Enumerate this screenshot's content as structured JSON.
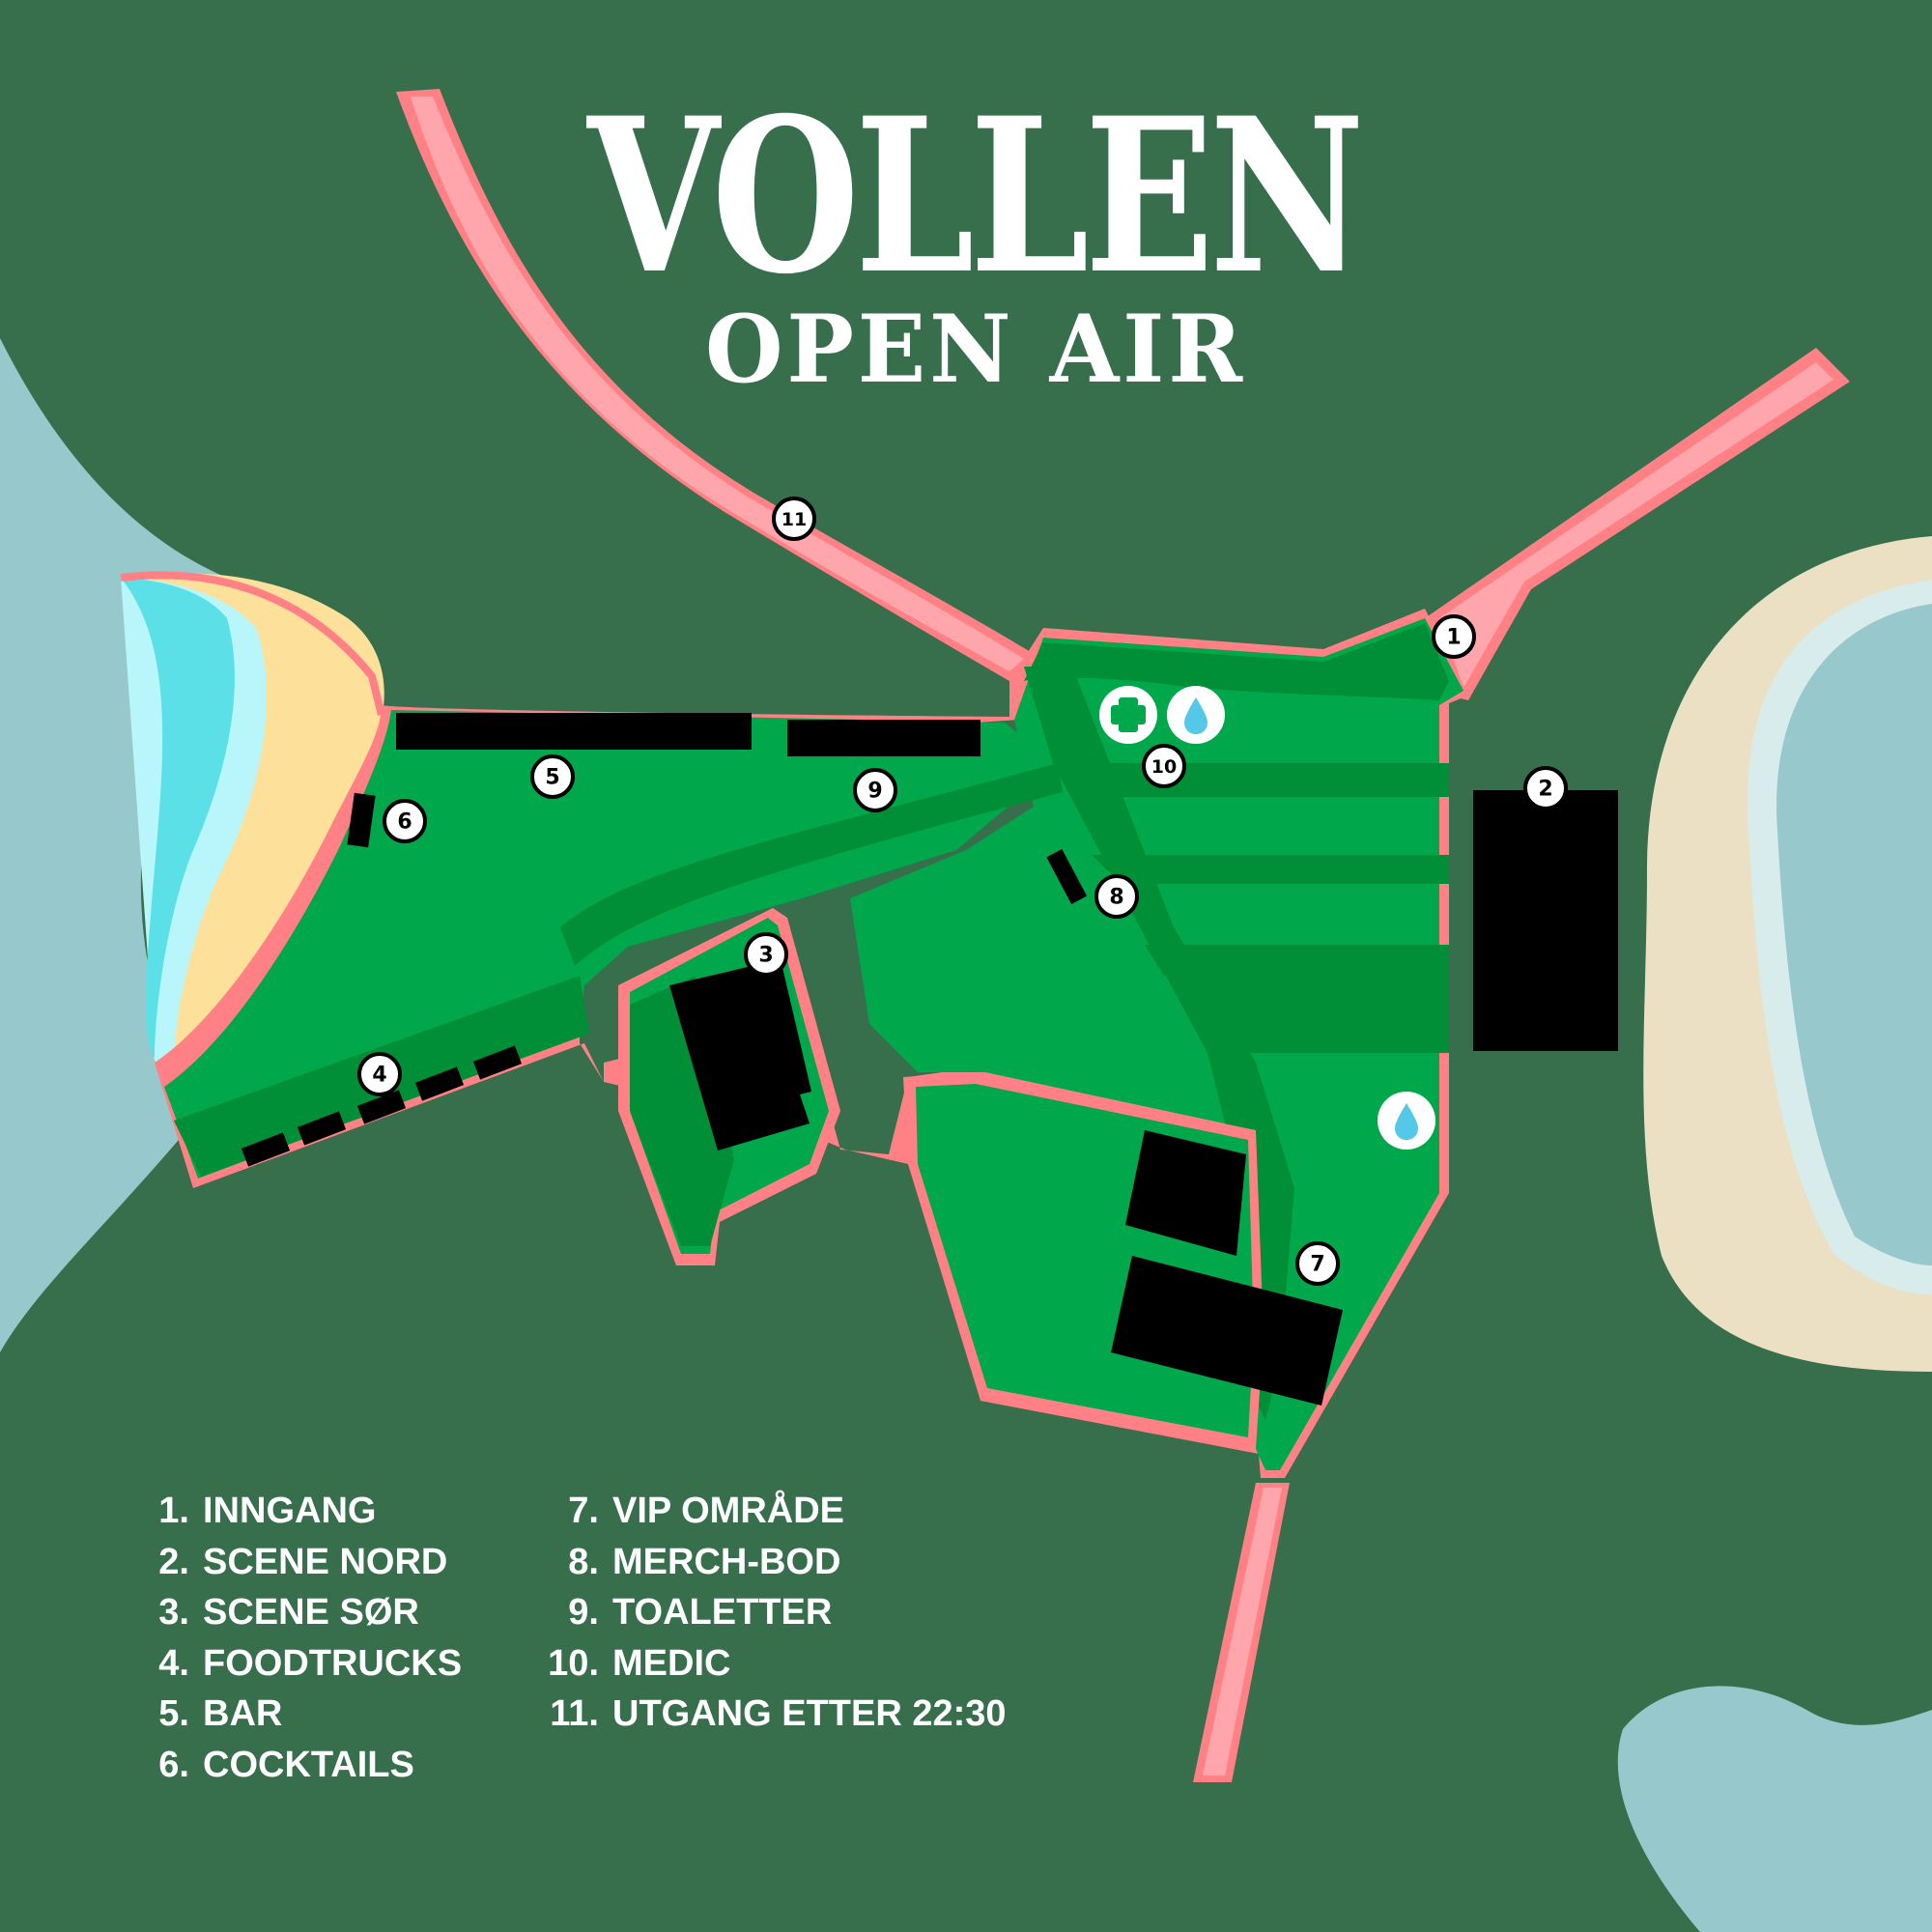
{
  "logo": {
    "title": "VOLLEN",
    "subtitle": "OPEN AIR"
  },
  "colors": {
    "background": "#376e4c",
    "water_blue": "#96c8cc",
    "lake_bright": "#5ce0e8",
    "lake_light": "#b9f6fb",
    "sand": "#fde19b",
    "sand_right": "#ece0c4",
    "grass": "#00a84b",
    "grass_dark": "#008f36",
    "path_pink": "#ffa6ac",
    "border_pink": "#ff8185",
    "marker_fill": "#ffffff",
    "building": "#000000",
    "medic_green": "#00a84b",
    "water_drop": "#55c8e8"
  },
  "markers": [
    {
      "label": "1"
    },
    {
      "label": "2"
    },
    {
      "label": "3"
    },
    {
      "label": "4"
    },
    {
      "label": "5"
    },
    {
      "label": "6"
    },
    {
      "label": "7"
    },
    {
      "label": "8"
    },
    {
      "label": "9"
    },
    {
      "label": "10"
    },
    {
      "label": "11"
    }
  ],
  "icons": {
    "medic": "medical-cross-icon",
    "water": "water-drop-icon"
  },
  "legend": {
    "left": [
      {
        "num": "1.",
        "label": "INNGANG"
      },
      {
        "num": "2.",
        "label": "SCENE NORD"
      },
      {
        "num": "3.",
        "label": "SCENE SØR"
      },
      {
        "num": "4.",
        "label": "FOODTRUCKS"
      },
      {
        "num": "5.",
        "label": "BAR"
      },
      {
        "num": "6.",
        "label": "COCKTAILS"
      }
    ],
    "right": [
      {
        "num": "7.",
        "label": "VIP OMRÅDE"
      },
      {
        "num": "8.",
        "label": "MERCH-BOD"
      },
      {
        "num": "9.",
        "label": "TOALETTER"
      },
      {
        "num": "10.",
        "label": "MEDIC"
      },
      {
        "num": "11.",
        "label": "UTGANG ETTER 22:30"
      }
    ]
  }
}
